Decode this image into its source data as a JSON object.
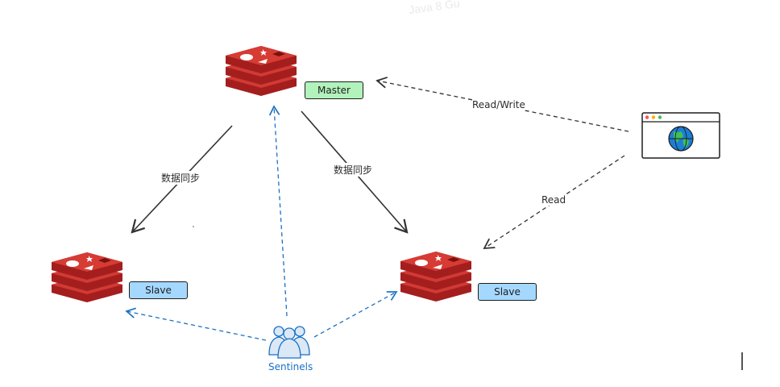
{
  "watermark": "Java 8 Gu",
  "nodes": {
    "master": {
      "label": "Master",
      "fill": "#b2f2bb"
    },
    "slave_left": {
      "label": "Slave",
      "fill": "#a5d8ff"
    },
    "slave_right": {
      "label": "Slave",
      "fill": "#a5d8ff"
    }
  },
  "edges": {
    "sync_left": "数据同步",
    "sync_right": "数据同步",
    "read_write": "Read/Write",
    "read": "Read"
  },
  "sentinels": {
    "label": "Sentinels"
  },
  "colors": {
    "redis_red": "#c9302c",
    "redis_dark": "#a41e1e",
    "sentinel_blue": "#1971c2",
    "arrow_dark": "#333333"
  },
  "icons": [
    "redis-stack-icon",
    "browser-globe-icon",
    "sentinels-people-icon"
  ]
}
